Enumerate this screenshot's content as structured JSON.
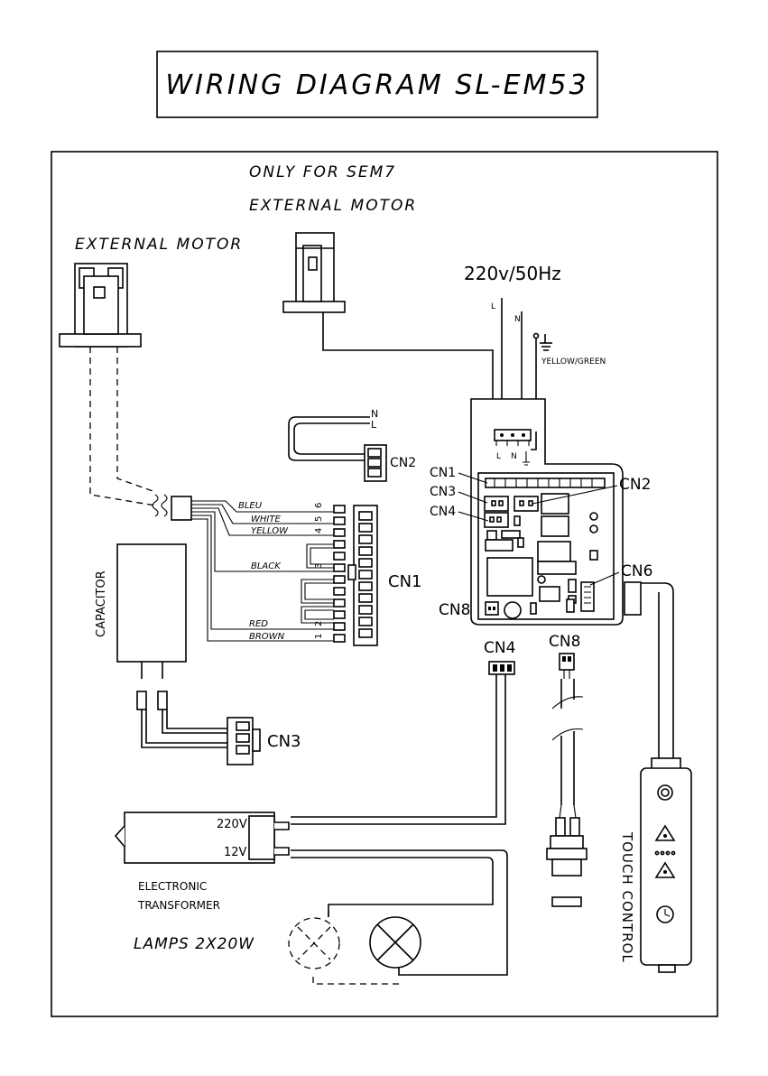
{
  "title": "WIRING DIAGRAM SL-EM53",
  "labels": {
    "only_for": "ONLY FOR SEM7",
    "ext_motor_top": "EXTERNAL MOTOR",
    "ext_motor_left": "EXTERNAL MOTOR",
    "supply": "220v/50Hz",
    "wire_L": "L",
    "wire_N": "N",
    "earth": "YELLOW/GREEN",
    "term_L": "L",
    "term_N": "N",
    "cn2_N": "N",
    "cn2_L": "L",
    "cn2_left": "CN2",
    "board_cn1": "CN1",
    "board_cn2": "CN2",
    "board_cn3": "CN3",
    "board_cn4": "CN4",
    "board_cn6": "CN6",
    "board_cn8": "CN8",
    "cn1_main": "CN1",
    "cn3_cap": "CN3",
    "cn4_plug": "CN4",
    "cn8_plug": "CN8",
    "capacitor": "CAPACITOR",
    "t220": "220V",
    "t12": "12V",
    "transformer_1": "ELECTRONIC",
    "transformer_2": "TRANSFORMER",
    "lamps": "LAMPS 2X20W",
    "touch": "TOUCH CONTROL"
  },
  "wires": [
    {
      "color": "BLEU",
      "num": "6"
    },
    {
      "color": "WHITE",
      "num": "5"
    },
    {
      "color": "YELLOW",
      "num": "4"
    },
    {
      "color": "BLACK",
      "num": "3"
    },
    {
      "color": "RED",
      "num": "2"
    },
    {
      "color": "BROWN",
      "num": "1"
    }
  ]
}
